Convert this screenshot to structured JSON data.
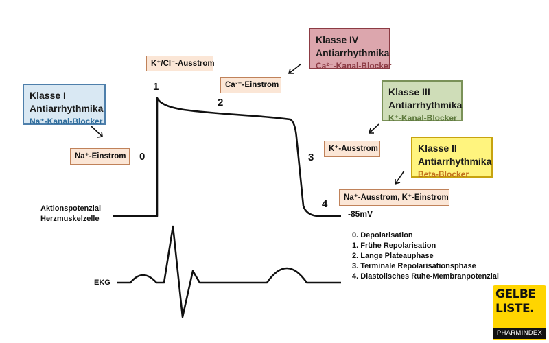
{
  "classes": {
    "k1": {
      "line1": "Klasse I",
      "line2": "Antiarrhythmika",
      "sub": "Na⁺-Kanal-Blocker"
    },
    "k4": {
      "line1": "Klasse IV",
      "line2": "Antiarrhythmika",
      "sub": "Ca²⁺-Kanal-Blocker"
    },
    "k3": {
      "line1": "Klasse III",
      "line2": "Antiarrhythmika",
      "sub": "K⁺-Kanal-Blocker"
    },
    "k2": {
      "line1": "Klasse II",
      "line2": "Antiarrhythmika",
      "sub": "Beta-Blocker"
    }
  },
  "ions": {
    "na_influx": "Na⁺-Einstrom",
    "k_cl_efflux": "K⁺/Cl⁻-Ausstrom",
    "ca_influx": "Ca²⁺-Einstrom",
    "k_efflux": "K⁺-Ausstrom",
    "na_k_exchange": "Na⁺-Ausstrom, K⁺-Einstrom"
  },
  "phases": [
    "0",
    "1",
    "2",
    "3",
    "4"
  ],
  "labels": {
    "ap_line1": "Aktionspotenzial",
    "ap_line2": "Herzmuskelzelle",
    "resting": "-85mV",
    "ekg": "EKG"
  },
  "legend": [
    "0. Depolarisation",
    "1. Frühe Repolarisation",
    "2. Lange Plateauphase",
    "3. Terminale Repolarisationsphase",
    "4. Diastolisches Ruhe-Membranpotenzial"
  ],
  "logo": {
    "line1": "GELBE",
    "line2": "LISTE.",
    "line3": "PHARMINDEX"
  },
  "colors": {
    "class1": "#d9e8f3",
    "class2": "#fff47e",
    "class3": "#cfddb8",
    "class4": "#dca6ad",
    "ion_box": "#fbe6d6",
    "logo": "#ffd500"
  }
}
